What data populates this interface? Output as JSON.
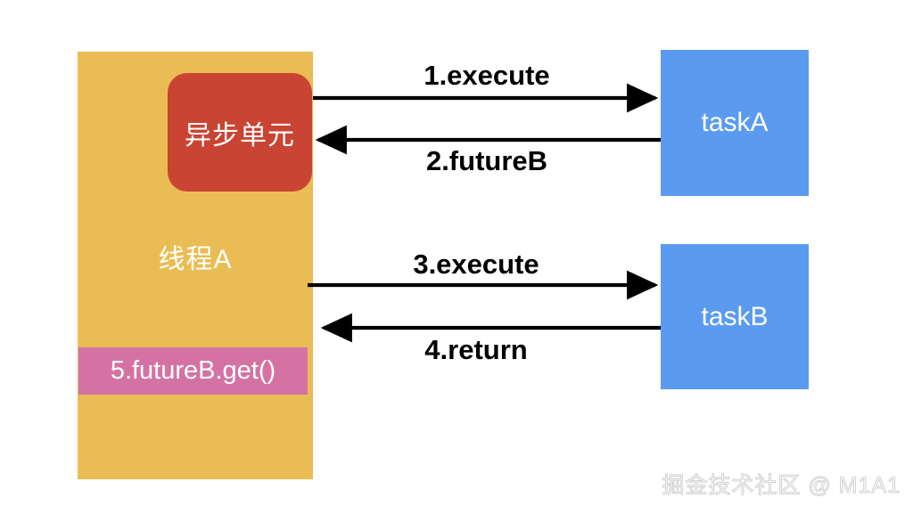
{
  "diagram": {
    "title": "Async thread execution sequence diagram",
    "background": "#ffffff",
    "colors": {
      "thread_column": "#e9bc54",
      "async_unit": "#c94433",
      "future_bar": "#d473a3",
      "task_box": "#5b9bef",
      "arrow": "#000000",
      "label_text": "#000000",
      "box_text": "#ffffff"
    },
    "thread": {
      "label": "线程A",
      "async_unit_label": "异步单元",
      "future_bar_label": "5.futureB.get()"
    },
    "tasks": [
      {
        "id": "taskA",
        "label": "taskA"
      },
      {
        "id": "taskB",
        "label": "taskB"
      }
    ],
    "messages": [
      {
        "seq": 1,
        "label": "1.execute",
        "direction": "right",
        "from": "async-unit",
        "to": "taskA"
      },
      {
        "seq": 2,
        "label": "2.futureB",
        "direction": "left",
        "from": "taskA",
        "to": "async-unit"
      },
      {
        "seq": 3,
        "label": "3.execute",
        "direction": "right",
        "from": "线程A",
        "to": "taskB"
      },
      {
        "seq": 4,
        "label": "4.return",
        "direction": "left",
        "from": "taskB",
        "to": "线程A"
      }
    ],
    "watermark": "掘金技术社区 @ M1A1"
  }
}
